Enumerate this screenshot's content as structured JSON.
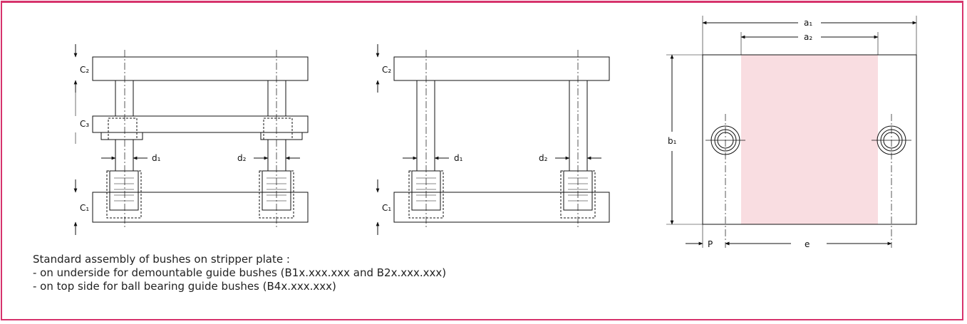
{
  "colors": {
    "frame": "#d6336c",
    "highlight": "#f9dde1",
    "line": "#111111"
  },
  "left_drawing": {
    "labels": {
      "c2": "C₂",
      "c3": "C₃",
      "c1": "C₁",
      "d1": "d₁",
      "d2": "d₂"
    }
  },
  "middle_drawing": {
    "labels": {
      "c2": "C₂",
      "c1": "C₁",
      "d1": "d₁",
      "d2": "d₂"
    }
  },
  "right_drawing": {
    "labels": {
      "a1": "a₁",
      "a2": "a₂",
      "b1": "b₁",
      "p": "P",
      "e": "e"
    }
  },
  "caption": {
    "line1": "Standard assembly of bushes on stripper plate :",
    "line2": "- on underside for demountable guide bushes (B1x.xxx.xxx and B2x.xxx.xxx)",
    "line3": "- on top side for ball bearing guide bushes (B4x.xxx.xxx)"
  }
}
